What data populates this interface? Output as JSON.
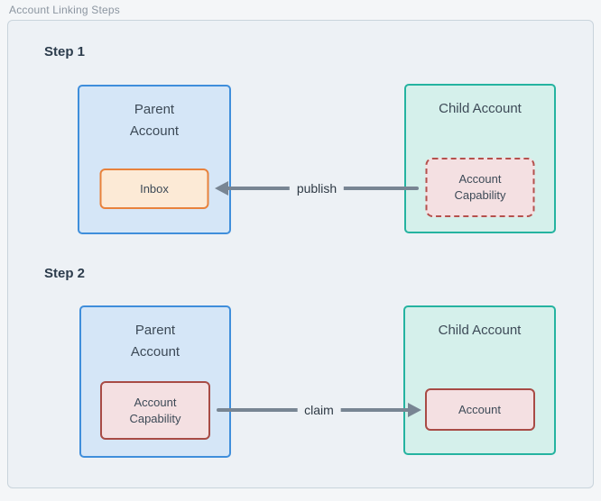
{
  "title": "Account Linking Steps",
  "colors": {
    "canvas_fill": "#edf1f5",
    "canvas_border": "#c9d4dc",
    "parent_fill": "#d5e6f7",
    "parent_border": "#3f8edb",
    "child_fill": "#d5f0eb",
    "child_border": "#25b3a0",
    "inbox_fill": "#fcead6",
    "inbox_border": "#e8823c",
    "capability_fill": "#f4e0e2",
    "capability_border_dashed": "#b5514d",
    "capability_border_solid": "#a84b45",
    "arrow": "#788593"
  },
  "step1": {
    "label": "Step 1",
    "parent": {
      "title": "Parent Account",
      "inner": "Inbox"
    },
    "child": {
      "title": "Child Account",
      "inner": "Account Capability"
    },
    "arrow_label": "publish",
    "arrow_direction": "left"
  },
  "step2": {
    "label": "Step 2",
    "parent": {
      "title": "Parent Account",
      "inner": "Account Capability"
    },
    "child": {
      "title": "Child Account",
      "inner": "Account"
    },
    "arrow_label": "claim",
    "arrow_direction": "right"
  }
}
